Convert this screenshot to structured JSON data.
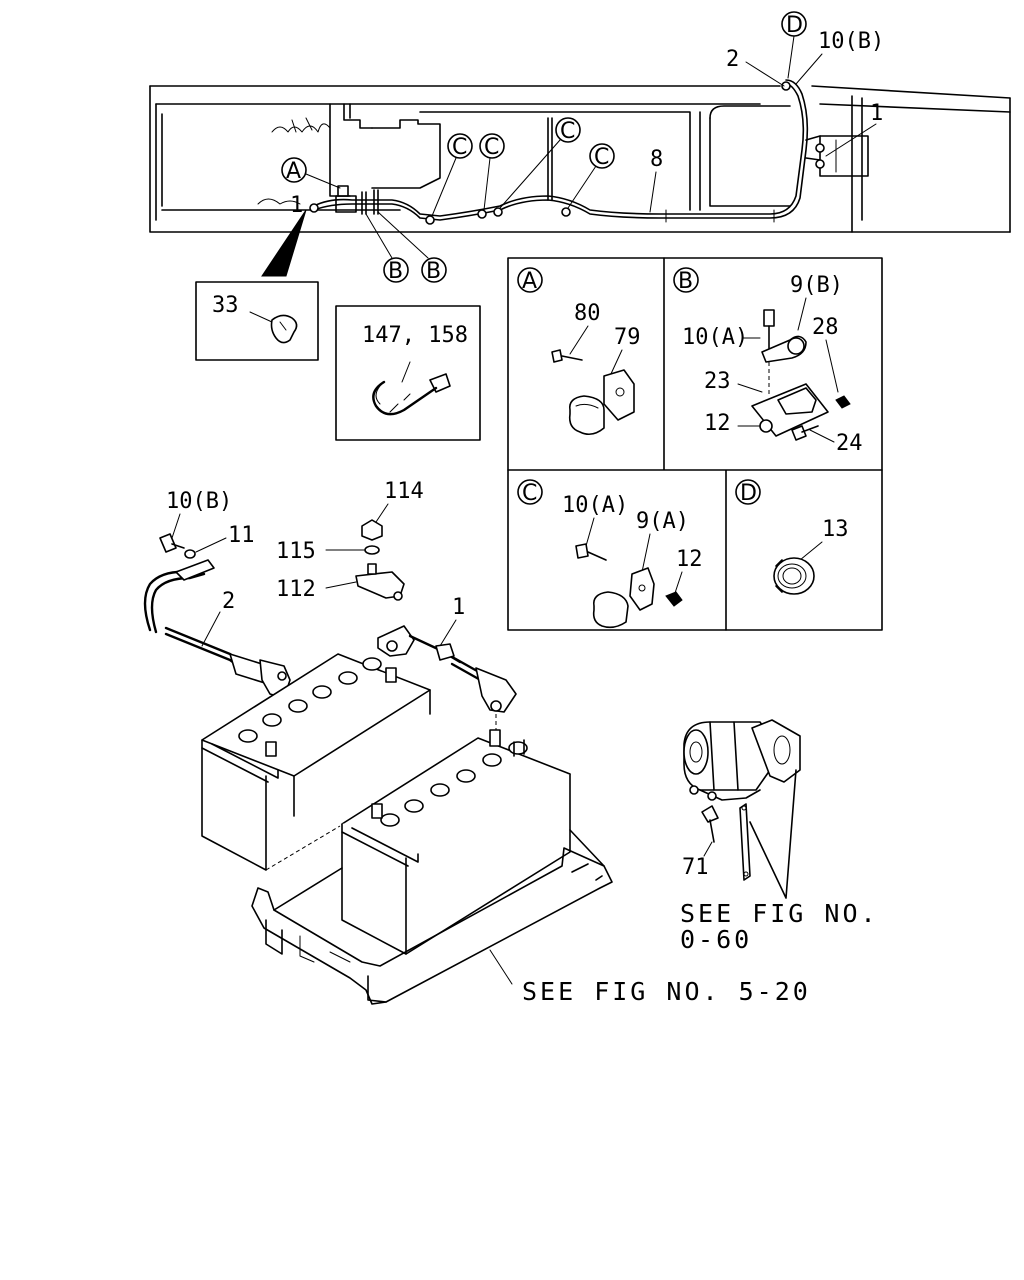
{
  "callouts": {
    "frame_1": "1",
    "frame_2": "2",
    "frame_8": "8",
    "frame_10b": "10(B)",
    "frame_1_left": "1",
    "letter_A": "A",
    "letter_B": "B",
    "letter_C": "C",
    "letter_D": "D"
  },
  "insets": {
    "clip_33": {
      "label": "33"
    },
    "tie_147": {
      "label": "147, 158"
    },
    "detail_A": {
      "letter": "A",
      "parts": [
        "80",
        "79"
      ]
    },
    "detail_B": {
      "letter": "B",
      "parts": [
        "9(B)",
        "10(A)",
        "28",
        "23",
        "12",
        "24"
      ]
    },
    "detail_C": {
      "letter": "C",
      "parts": [
        "10(A)",
        "9(A)",
        "12"
      ]
    },
    "detail_D": {
      "letter": "D",
      "parts": [
        "13"
      ]
    }
  },
  "battery_parts": {
    "p10b": "10(B)",
    "p11": "11",
    "p114": "114",
    "p115": "115",
    "p112": "112",
    "p2": "2",
    "p1": "1"
  },
  "starter_parts": {
    "p71": "71"
  },
  "references": {
    "see_fig_0_60_line1": "SEE FIG NO.",
    "see_fig_0_60_line2": "0-60",
    "see_fig_5_20": "SEE FIG NO. 5-20"
  }
}
